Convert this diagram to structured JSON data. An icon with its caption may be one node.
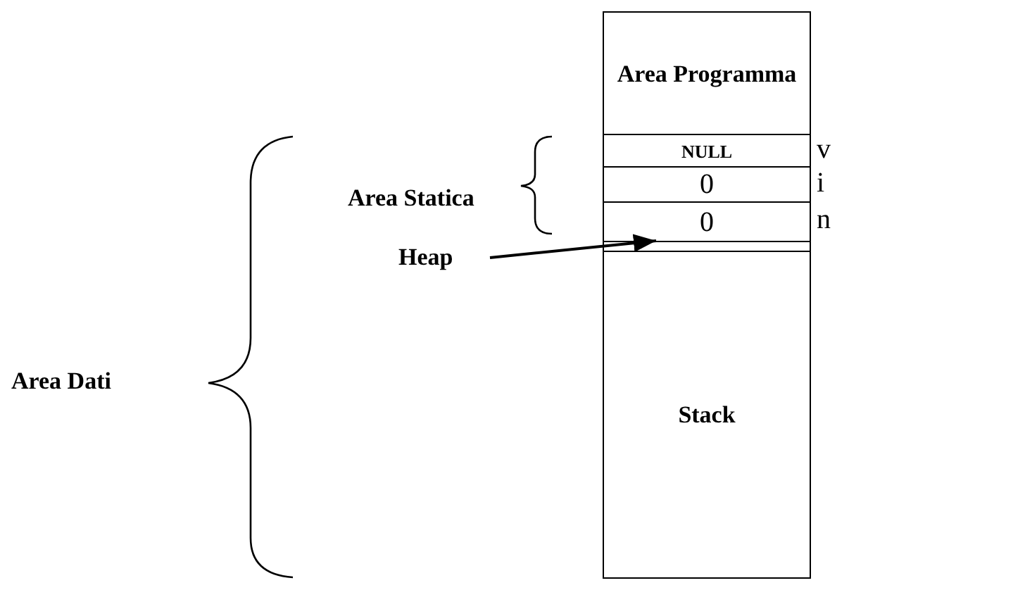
{
  "diagram": {
    "nodes": [
      {
        "text": [
          "Area Programma"
        ]
      },
      {
        "text": [
          "NULL"
        ],
        "beside": [
          "v"
        ]
      },
      {
        "text": [
          "0"
        ],
        "beside": [
          "i"
        ]
      },
      {
        "text": [
          "0"
        ],
        "beside": [
          "n"
        ]
      },
      {
        "text": [],
        "shape": "bar"
      },
      {
        "text": [
          "Stack"
        ]
      },
      {
        "text": [
          "Heap"
        ]
      }
    ],
    "edges": [
      {
        "from": 6,
        "to": 4,
        "arrow": "to"
      }
    ],
    "labels": [
      "Area Statica",
      "Area Dati"
    ]
  }
}
